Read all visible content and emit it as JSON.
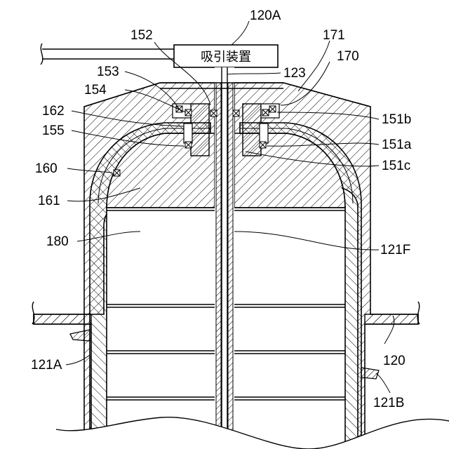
{
  "figure": {
    "device_box_text": "吸引装置",
    "labels": {
      "l120A": "120A",
      "l152": "152",
      "l171": "171",
      "l170": "170",
      "l123": "123",
      "l153": "153",
      "l154": "154",
      "l162": "162",
      "l155": "155",
      "l160": "160",
      "l161": "161",
      "l180": "180",
      "l151b": "151b",
      "l151a": "151a",
      "l151c": "151c",
      "l121F": "121F",
      "l120": "120",
      "l121A": "121A",
      "l121B": "121B"
    }
  }
}
